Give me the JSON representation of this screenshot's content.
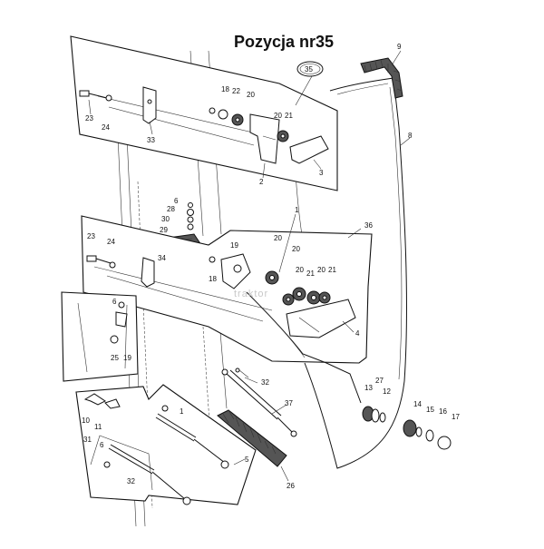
{
  "title": "Pozycja nr35",
  "watermark": "traktor",
  "callouts": {
    "c35": "35",
    "c9": "9",
    "c8": "8",
    "c23a": "23",
    "c24a": "24",
    "c33": "33",
    "c18a": "18",
    "c22": "22",
    "c20a": "20",
    "c20b": "20",
    "c21a": "21",
    "c3": "3",
    "c2": "2",
    "c6a": "6",
    "c28": "28",
    "c30": "30",
    "c29": "29",
    "c1a": "1",
    "c36": "36",
    "c23b": "23",
    "c24b": "24",
    "c34": "34",
    "c19a": "19",
    "c18b": "18",
    "c20c": "20",
    "c20d": "20",
    "c20e": "20",
    "c21b": "21",
    "c20f": "20",
    "c21c": "21",
    "c4": "4",
    "c6b": "6",
    "c25": "25",
    "c19b": "19",
    "c32a": "32",
    "c37": "37",
    "c13": "13",
    "c27": "27",
    "c12": "12",
    "c14": "14",
    "c15": "15",
    "c16": "16",
    "c17": "17",
    "c10": "10",
    "c11": "11",
    "c1b": "1",
    "c31": "31",
    "c6c": "6",
    "c32b": "32",
    "c5": "5",
    "c26": "26"
  }
}
